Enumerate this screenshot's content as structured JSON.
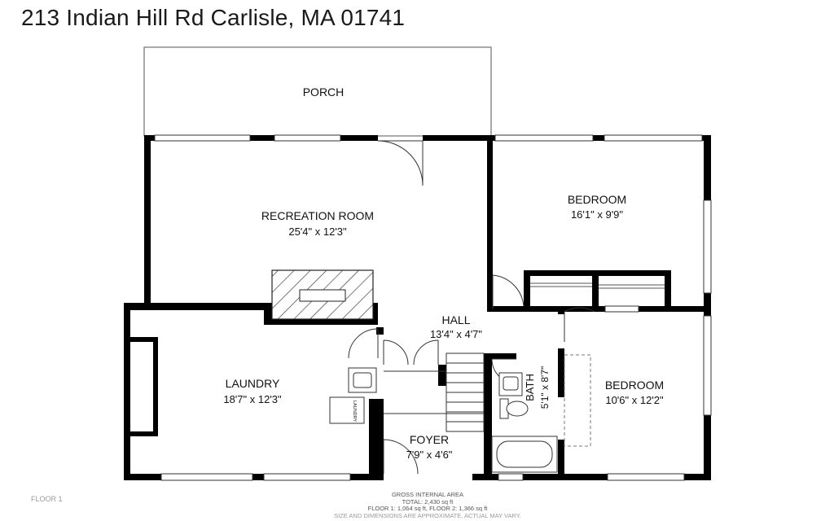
{
  "header": {
    "address": "213 Indian Hill Rd Carlisle, MA 01741"
  },
  "rooms": {
    "porch": {
      "name": "PORCH",
      "dims": ""
    },
    "recreation_room": {
      "name": "RECREATION ROOM",
      "dims": "25'4\" x 12'3\""
    },
    "bedroom_1": {
      "name": "BEDROOM",
      "dims": "16'1\" x 9'9\""
    },
    "hall": {
      "name": "HALL",
      "dims": "13'4\" x 4'7\""
    },
    "laundry": {
      "name": "LAUNDRY",
      "dims": "18'7\" x 12'3\""
    },
    "bath": {
      "name": "BATH",
      "dims": "5'1\" x 8'7\""
    },
    "bedroom_2": {
      "name": "BEDROOM",
      "dims": "10'6\" x 12'2\""
    },
    "foyer": {
      "name": "FOYER",
      "dims": "7'9\" x 4'6\""
    }
  },
  "fixtures": {
    "laundry_machine": "LAUNDRY"
  },
  "footer": {
    "floor_label": "FLOOR 1",
    "gross_area_title": "GROSS INTERNAL AREA",
    "total": "TOTAL: 2,430 sq ft",
    "floors": "FLOOR 1: 1,064 sq ft, FLOOR 2: 1,366 sq ft",
    "disclaimer": "SIZE AND DIMENSIONS ARE APPROXIMATE, ACTUAL MAY VARY."
  }
}
